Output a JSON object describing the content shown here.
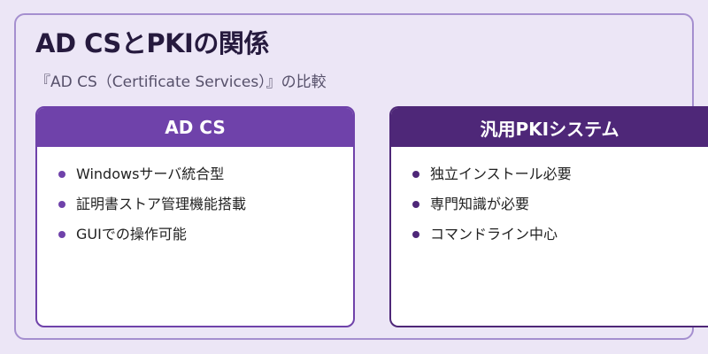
{
  "slide": {
    "title": "AD CSとPKIの関係",
    "subtitle": "『AD CS（Certificate Services）』の比較"
  },
  "cards": [
    {
      "heading": "AD CS",
      "items": [
        "Windowsサーバ統合型",
        "証明書ストア管理機能搭載",
        "GUIでの操作可能"
      ]
    },
    {
      "heading": "汎用PKIシステム",
      "items": [
        "独立インストール必要",
        "専門知識が必要",
        "コマンドライン中心"
      ]
    }
  ],
  "colors": {
    "background": "#ece6f6",
    "frame_border": "#a58fcf",
    "left_card_accent": "#6f42aa",
    "right_card_accent": "#4e2778",
    "title_text": "#261a3e"
  }
}
